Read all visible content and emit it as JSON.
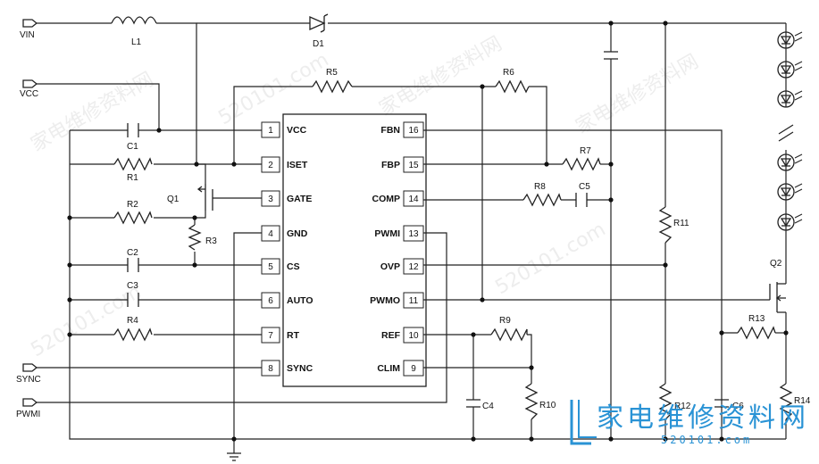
{
  "inputs": {
    "vin": "VIN",
    "vcc": "VCC",
    "sync": "SYNC",
    "pwmi": "PWMI"
  },
  "components": {
    "L1": "L1",
    "D1": "D1",
    "Q1": "Q1",
    "Q2": "Q2",
    "R1": "R1",
    "R2": "R2",
    "R3": "R3",
    "R4": "R4",
    "R5": "R5",
    "R6": "R6",
    "R7": "R7",
    "R8": "R8",
    "R9": "R9",
    "R10": "R10",
    "R11": "R11",
    "R12": "R12",
    "R13": "R13",
    "R14": "R14",
    "C1": "C1",
    "C2": "C2",
    "C3": "C3",
    "C4": "C4",
    "C5": "C5",
    "C6": "C6"
  },
  "ic_pins": {
    "p1": "1",
    "p2": "2",
    "p3": "3",
    "p4": "4",
    "p5": "5",
    "p6": "6",
    "p7": "7",
    "p8": "8",
    "p9": "9",
    "p10": "10",
    "p11": "11",
    "p12": "12",
    "p13": "13",
    "p14": "14",
    "p15": "15",
    "p16": "16"
  },
  "ic_labels": {
    "vcc": "VCC",
    "iset": "ISET",
    "gate": "GATE",
    "gnd": "GND",
    "cs": "CS",
    "auto": "AUTO",
    "rt": "RT",
    "sync": "SYNC",
    "fbn": "FBN",
    "fbp": "FBP",
    "comp": "COMP",
    "pwmi": "PWMI",
    "ovp": "OVP",
    "pwmo": "PWMO",
    "ref": "REF",
    "clim": "CLIM"
  },
  "watermark": {
    "site": "家电维修资料网",
    "url": "520101.com"
  },
  "logo": {
    "cn": "家电维修资料网",
    "url": "520101.com"
  }
}
